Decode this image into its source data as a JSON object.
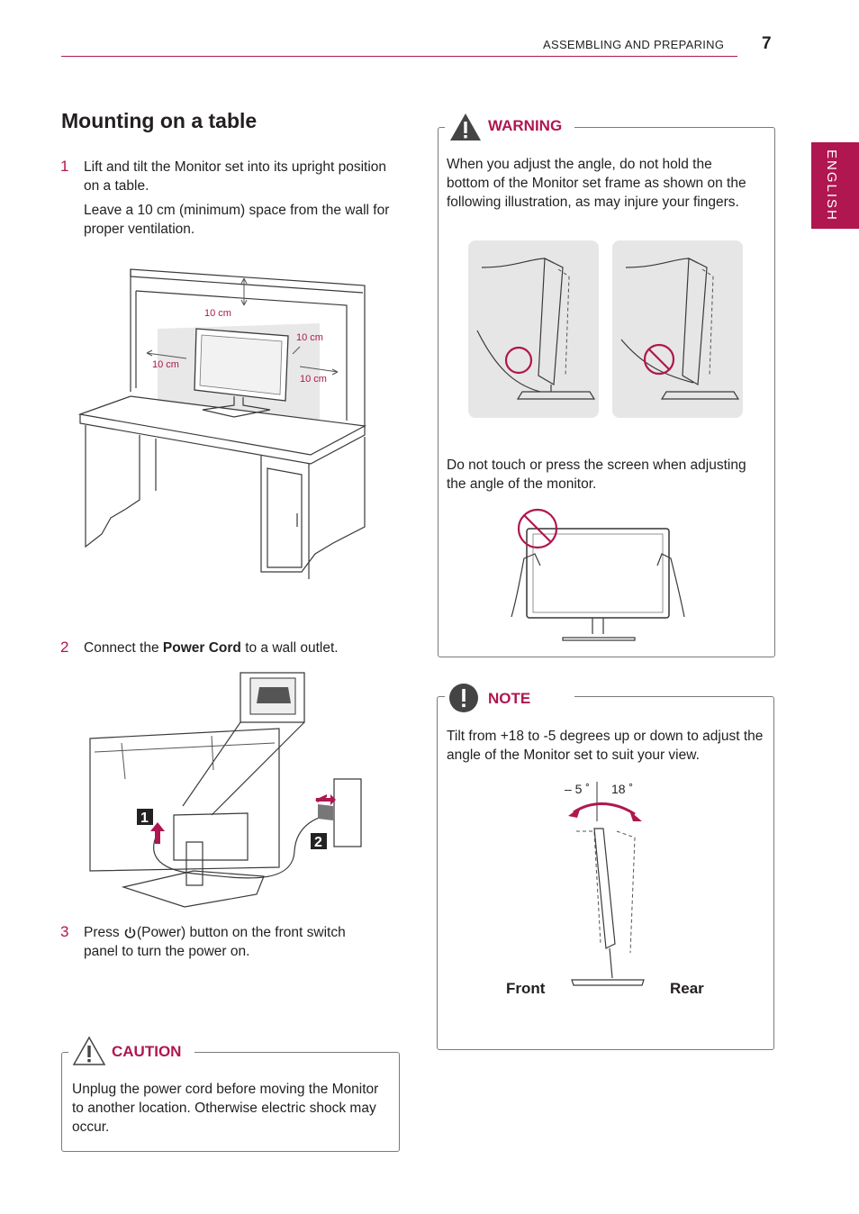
{
  "header": {
    "section_title": "ASSEMBLING AND PREPARING",
    "page_number": "7"
  },
  "side_tab": {
    "label": "ENGLISH"
  },
  "title": "Mounting on a table",
  "steps": [
    {
      "number": "1",
      "lines": [
        "Lift and tilt the Monitor set into its upright position on a table.",
        "Leave a 10 cm (minimum) space from the wall for proper ventilation."
      ]
    },
    {
      "number": "2",
      "text_before": "Connect the ",
      "bold": "Power Cord",
      "text_after": " to a wall outlet."
    },
    {
      "number": "3",
      "text_before": "Press ",
      "text_after": "(Power) button on the front switch panel to turn the power on."
    }
  ],
  "desk_diagram": {
    "clearance_label": "10 cm"
  },
  "cable_diagram": {
    "callouts": [
      "1",
      "2"
    ]
  },
  "caution": {
    "label": "CAUTION",
    "text": "Unplug the power cord before moving the Monitor to another location. Otherwise electric shock may occur."
  },
  "warning": {
    "label": "WARNING",
    "text": "When you adjust the angle, do not hold the bottom of the Monitor set frame as shown on the following illustration, as may injure your fingers.",
    "text2": "Do not touch or press the screen when adjusting the angle of the monitor."
  },
  "note": {
    "label": "NOTE",
    "text": "Tilt from +18 to -5 degrees up or down to adjust the angle of the Monitor set to suit your view.",
    "angle_front": "– 5 ˚",
    "angle_rear": "18 ˚",
    "front_label": "Front",
    "rear_label": "Rear"
  },
  "colors": {
    "accent": "#b0164f",
    "border": "#7a7a7a"
  }
}
